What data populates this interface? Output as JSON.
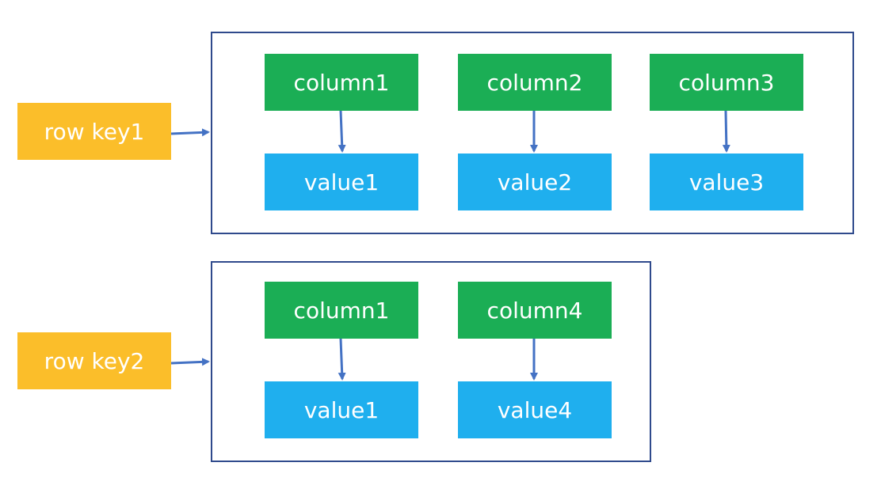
{
  "colors": {
    "row_key": "#FBBE2A",
    "column": "#1BAE55",
    "value": "#1FAFEE",
    "border": "#2F4A8C",
    "arrow": "#4472C4"
  },
  "rows": [
    {
      "key": "row key1",
      "cells": [
        {
          "column": "column1",
          "value": "value1"
        },
        {
          "column": "column2",
          "value": "value2"
        },
        {
          "column": "column3",
          "value": "value3"
        }
      ]
    },
    {
      "key": "row key2",
      "cells": [
        {
          "column": "column1",
          "value": "value1"
        },
        {
          "column": "column4",
          "value": "value4"
        }
      ]
    }
  ]
}
